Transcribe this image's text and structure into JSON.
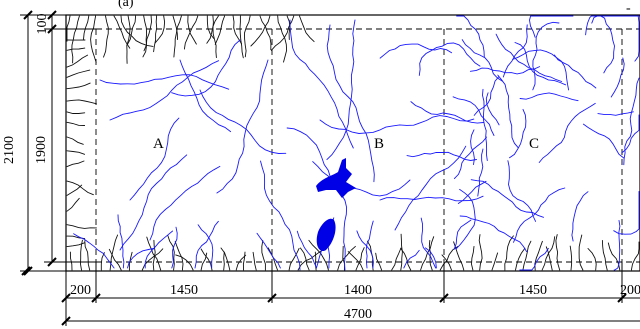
{
  "figure": {
    "top_label_fragment": "(a)",
    "top_right_mark": "-"
  },
  "zones": {
    "a": "A",
    "b": "B",
    "c": "C"
  },
  "dimensions": {
    "bottom_segments": [
      "200",
      "1450",
      "1400",
      "1450",
      "200"
    ],
    "overall_width": "4700",
    "left_overall_height": "2100",
    "left_inner_height": "1900",
    "left_top_offset": "100"
  },
  "colors": {
    "crack_blue": "#1a1aff",
    "crack_black": "#111111",
    "spalling_blue": "#0000e6",
    "outline": "#000000"
  }
}
